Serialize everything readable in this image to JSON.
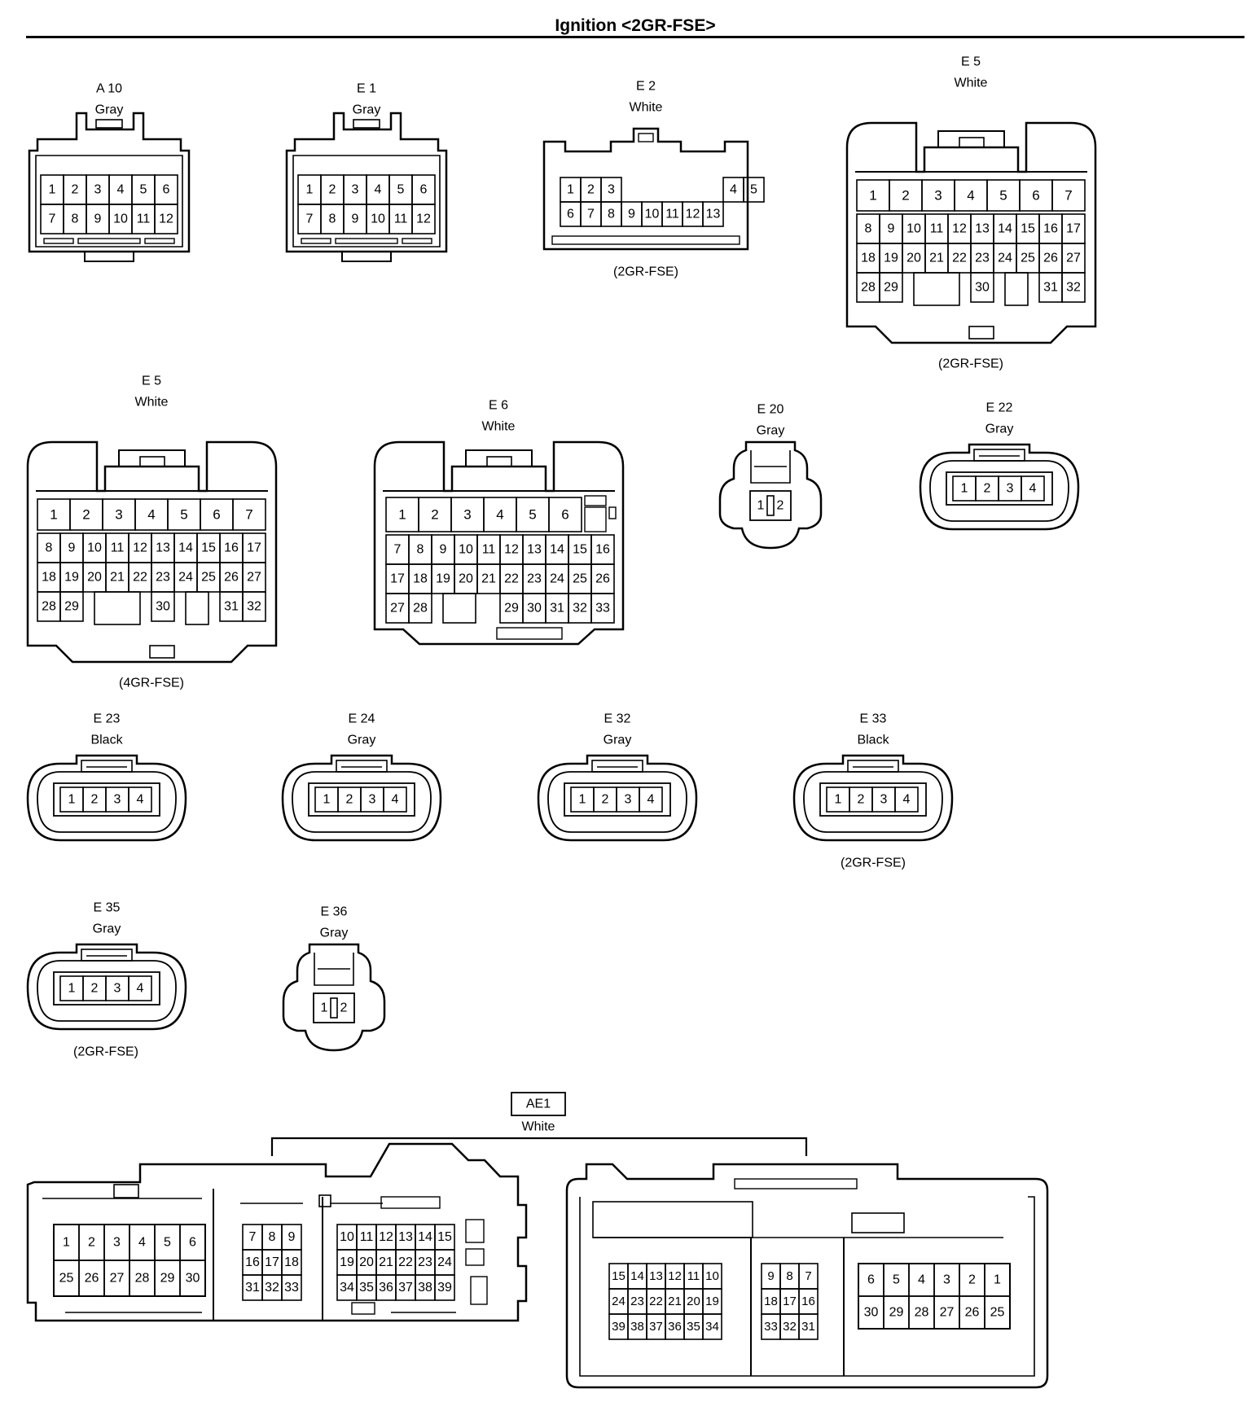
{
  "page": {
    "title": "Ignition <2GR-FSE>"
  },
  "connectors": [
    {
      "id": "A 10",
      "color": "Gray",
      "note": "",
      "type": "grid12",
      "pins": [
        "1",
        "2",
        "3",
        "4",
        "5",
        "6",
        "7",
        "8",
        "9",
        "10",
        "11",
        "12"
      ]
    },
    {
      "id": "E 1",
      "color": "Gray",
      "note": "",
      "type": "grid12",
      "pins": [
        "1",
        "2",
        "3",
        "4",
        "5",
        "6",
        "7",
        "8",
        "9",
        "10",
        "11",
        "12"
      ]
    },
    {
      "id": "E 2",
      "color": "White",
      "note": "(2GR-FSE)",
      "type": "e2",
      "pins": [
        "1",
        "2",
        "3",
        "4",
        "5",
        "6",
        "7",
        "8",
        "9",
        "10",
        "11",
        "12",
        "13"
      ]
    },
    {
      "id": "E 5",
      "color": "White",
      "note": "(2GR-FSE)",
      "type": "e5",
      "pins": [
        "1",
        "2",
        "3",
        "4",
        "5",
        "6",
        "7",
        "8",
        "9",
        "10",
        "11",
        "12",
        "13",
        "14",
        "15",
        "16",
        "17",
        "18",
        "19",
        "20",
        "21",
        "22",
        "23",
        "24",
        "25",
        "26",
        "27",
        "28",
        "29",
        "30",
        "31",
        "32"
      ]
    },
    {
      "id": "E 5",
      "color": "White",
      "note": "(4GR-FSE)",
      "type": "e5",
      "pins": [
        "1",
        "2",
        "3",
        "4",
        "5",
        "6",
        "7",
        "8",
        "9",
        "10",
        "11",
        "12",
        "13",
        "14",
        "15",
        "16",
        "17",
        "18",
        "19",
        "20",
        "21",
        "22",
        "23",
        "24",
        "25",
        "26",
        "27",
        "28",
        "29",
        "30",
        "31",
        "32"
      ]
    },
    {
      "id": "E 6",
      "color": "White",
      "note": "",
      "type": "e6",
      "pins": [
        "1",
        "2",
        "3",
        "4",
        "5",
        "6",
        "7",
        "8",
        "9",
        "10",
        "11",
        "12",
        "13",
        "14",
        "15",
        "16",
        "17",
        "18",
        "19",
        "20",
        "21",
        "22",
        "23",
        "24",
        "25",
        "26",
        "27",
        "28",
        "29",
        "30",
        "31",
        "32",
        "33"
      ]
    },
    {
      "id": "E 20",
      "color": "Gray",
      "note": "",
      "type": "p2",
      "pins": [
        "1",
        "2"
      ]
    },
    {
      "id": "E 22",
      "color": "Gray",
      "note": "",
      "type": "p4",
      "pins": [
        "1",
        "2",
        "3",
        "4"
      ]
    },
    {
      "id": "E 23",
      "color": "Black",
      "note": "",
      "type": "p4",
      "pins": [
        "1",
        "2",
        "3",
        "4"
      ]
    },
    {
      "id": "E 24",
      "color": "Gray",
      "note": "",
      "type": "p4",
      "pins": [
        "1",
        "2",
        "3",
        "4"
      ]
    },
    {
      "id": "E 32",
      "color": "Gray",
      "note": "",
      "type": "p4",
      "pins": [
        "1",
        "2",
        "3",
        "4"
      ]
    },
    {
      "id": "E 33",
      "color": "Black",
      "note": "(2GR-FSE)",
      "type": "p4",
      "pins": [
        "1",
        "2",
        "3",
        "4"
      ]
    },
    {
      "id": "E 35",
      "color": "Gray",
      "note": "(2GR-FSE)",
      "type": "p4",
      "pins": [
        "1",
        "2",
        "3",
        "4"
      ]
    },
    {
      "id": "E 36",
      "color": "Gray",
      "note": "",
      "type": "p2",
      "pins": [
        "1",
        "2"
      ]
    }
  ],
  "ae1": {
    "id": "AE1",
    "color": "White",
    "left_blocks": [
      {
        "rows": [
          [
            "1",
            "2",
            "3",
            "4",
            "5",
            "6"
          ],
          [
            "25",
            "26",
            "27",
            "28",
            "29",
            "30"
          ]
        ]
      },
      {
        "rows": [
          [
            "7",
            "8",
            "9"
          ],
          [
            "16",
            "17",
            "18"
          ],
          [
            "31",
            "32",
            "33"
          ]
        ]
      },
      {
        "rows": [
          [
            "10",
            "11",
            "12",
            "13",
            "14",
            "15"
          ],
          [
            "19",
            "20",
            "21",
            "22",
            "23",
            "24"
          ],
          [
            "34",
            "35",
            "36",
            "37",
            "38",
            "39"
          ]
        ]
      }
    ],
    "right_blocks": [
      {
        "rows": [
          [
            "15",
            "14",
            "13",
            "12",
            "11",
            "10"
          ],
          [
            "24",
            "23",
            "22",
            "21",
            "20",
            "19"
          ],
          [
            "39",
            "38",
            "37",
            "36",
            "35",
            "34"
          ]
        ]
      },
      {
        "rows": [
          [
            "9",
            "8",
            "7"
          ],
          [
            "18",
            "17",
            "16"
          ],
          [
            "33",
            "32",
            "31"
          ]
        ]
      },
      {
        "rows": [
          [
            "6",
            "5",
            "4",
            "3",
            "2",
            "1"
          ],
          [
            "30",
            "29",
            "28",
            "27",
            "26",
            "25"
          ]
        ]
      }
    ]
  }
}
